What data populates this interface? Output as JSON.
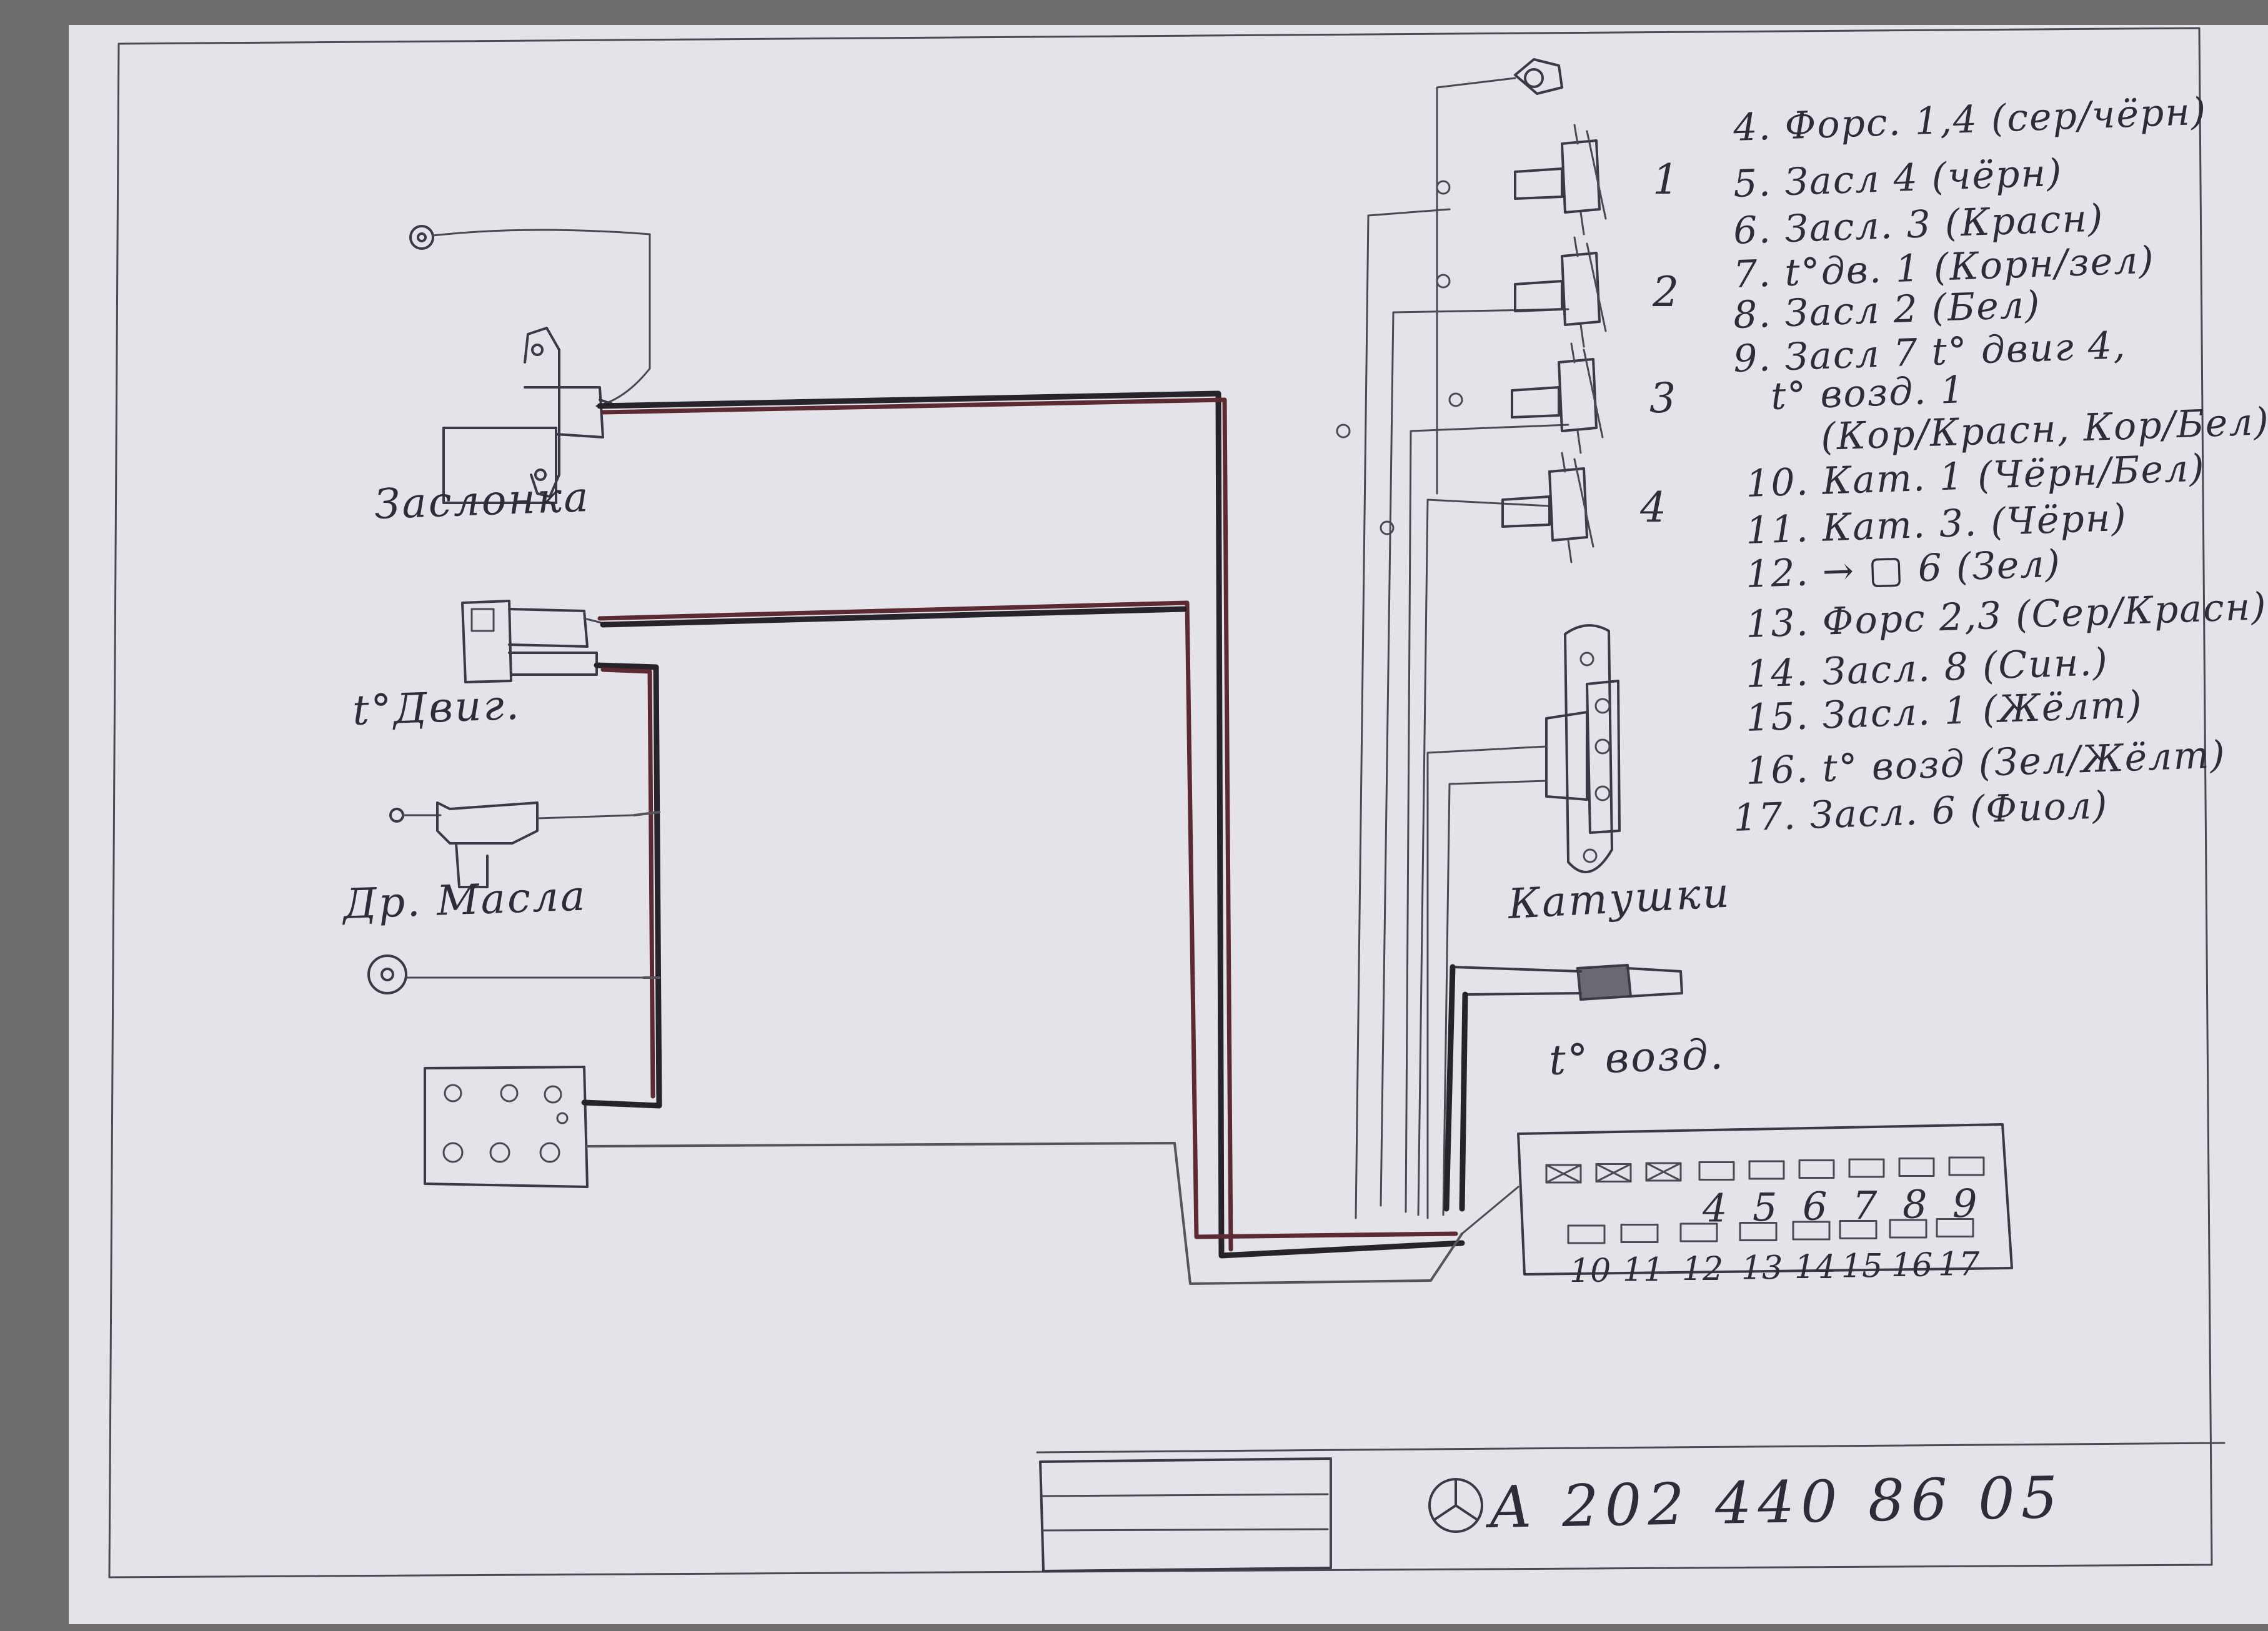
{
  "legend": [
    {
      "n": "4.",
      "text": "Форс. 1,4 (сер/чёрн)"
    },
    {
      "n": "5.",
      "text": "Засл 4 (чёрн)"
    },
    {
      "n": "6.",
      "text": "Засл. 3 (Красн)"
    },
    {
      "n": "7.",
      "text": "t°дв. 1 (Корн/зел)"
    },
    {
      "n": "8.",
      "text": "Засл 2 (Бел)"
    },
    {
      "n": "9.",
      "text": "Засл 7  t° двиг 4,"
    },
    {
      "n": "",
      "text": "t° возд. 1"
    },
    {
      "n": "",
      "text": "(Кор/Красн, Кор/Бел)"
    },
    {
      "n": "10.",
      "text": "Кат. 1  (Чёрн/Бел)"
    },
    {
      "n": "11.",
      "text": "Кат. 3. (Чёрн)"
    },
    {
      "n": "12.",
      "text": "→ ▢ 6 (Зел)"
    },
    {
      "n": "13.",
      "text": "Форс 2,3 (Сер/Красн)"
    },
    {
      "n": "14.",
      "text": "Засл. 8 (Син.)"
    },
    {
      "n": "15.",
      "text": "Засл. 1 (Жёлт)"
    },
    {
      "n": "16.",
      "text": "t° возд (Зел/Жёлт)"
    },
    {
      "n": "17.",
      "text": "Засл. 6 (Фиол)"
    }
  ],
  "components": {
    "zaslonka": "Заслонка",
    "t_dvig": "t°Двиг.",
    "dr_masla": "Др. Масла",
    "katushki": "Катушки",
    "t_vozd": "t° возд."
  },
  "injectors": [
    "1",
    "2",
    "3",
    "4"
  ],
  "connector": {
    "top_row": [
      "4",
      "5",
      "6",
      "7",
      "8",
      "9"
    ],
    "bottom_row": [
      "10",
      "11",
      "12",
      "13",
      "14",
      "15",
      "16",
      "17"
    ]
  },
  "title_block": {
    "part_number": "A 202 440 86 05",
    "logo": "mercedes-star"
  },
  "colors": {
    "paper": "#e3e2e8",
    "ink": "#3b3945",
    "wire_dark": "#26232a",
    "wire_red": "#5c2a32"
  }
}
